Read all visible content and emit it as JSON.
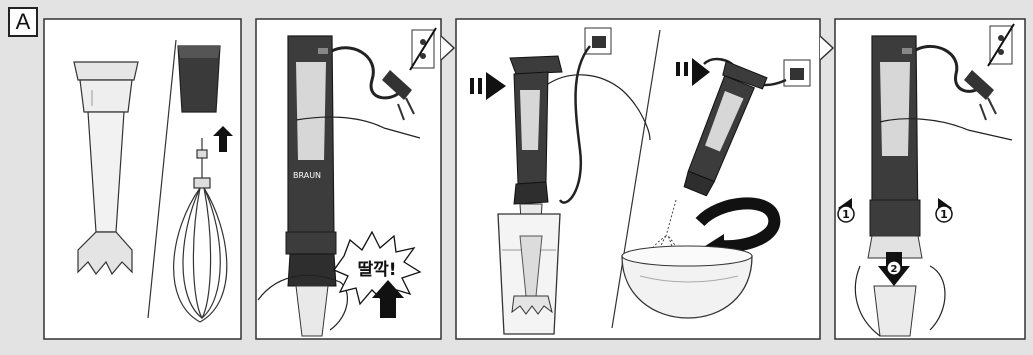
{
  "step_label": "A",
  "panels": [
    {
      "id": "parts",
      "items": [
        "blender-shaft",
        "whisk-gear-box",
        "whisk"
      ]
    },
    {
      "id": "attach-whisk",
      "callout": "딸깍!",
      "icons": [
        "no-plug-icon",
        "push-up-arrow"
      ]
    },
    {
      "id": "plug-in-and-operate",
      "icons": [
        "wall-socket-icon",
        "press-arrow",
        "rotate-arrow"
      ]
    },
    {
      "id": "detach",
      "icons": [
        "no-plug-icon",
        "push-buttons",
        "pull-down-arrow"
      ]
    }
  ],
  "brand": "BRAUN",
  "badges": {
    "press_sides": "1",
    "pull_down": "2"
  },
  "colors": {
    "background": "#e3e3e3",
    "panel": "#ffffff",
    "handle": "#3c3c3c",
    "metal": "#d7d7d7",
    "outline": "#1a1a1a"
  }
}
